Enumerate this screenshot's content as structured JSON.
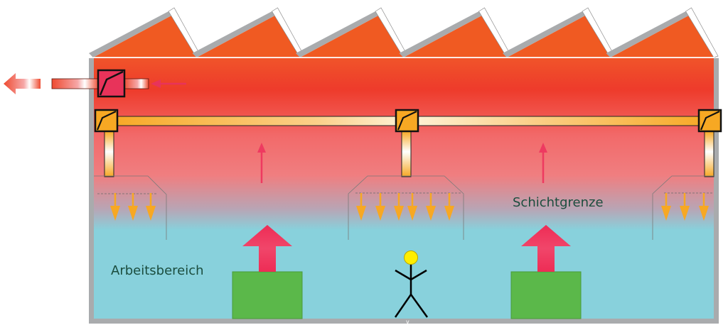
{
  "diagram": {
    "title": "Schichtlüftung (displacement / stratified ventilation) in sawtooth-roof hall",
    "labels": {
      "work_zone": "Arbeitsbereich",
      "stratification_boundary": "Schichtgrenze",
      "floor_marker": "v"
    },
    "colors": {
      "roof_orange": "#f05a22",
      "hot_top": "#ee3b2b",
      "mid_pink": "#f08080",
      "work_zone_blue": "#88d1dc",
      "wall_gray": "#a9abad",
      "duct_orange": "#f7a823",
      "exhaust_red": "#e8335a",
      "heat_source_green": "#5bb84a",
      "heat_arrow": "#ee3a60",
      "person_head": "#ffee00",
      "label_text": "#1b4d3e"
    },
    "roof_teeth": 6,
    "supply_outlets": [
      {
        "name": "left",
        "arrows": 3
      },
      {
        "name": "center",
        "arrows": 6
      },
      {
        "name": "right",
        "arrows": 3
      }
    ],
    "heat_sources": 2,
    "rising_air_arrows": 2
  }
}
